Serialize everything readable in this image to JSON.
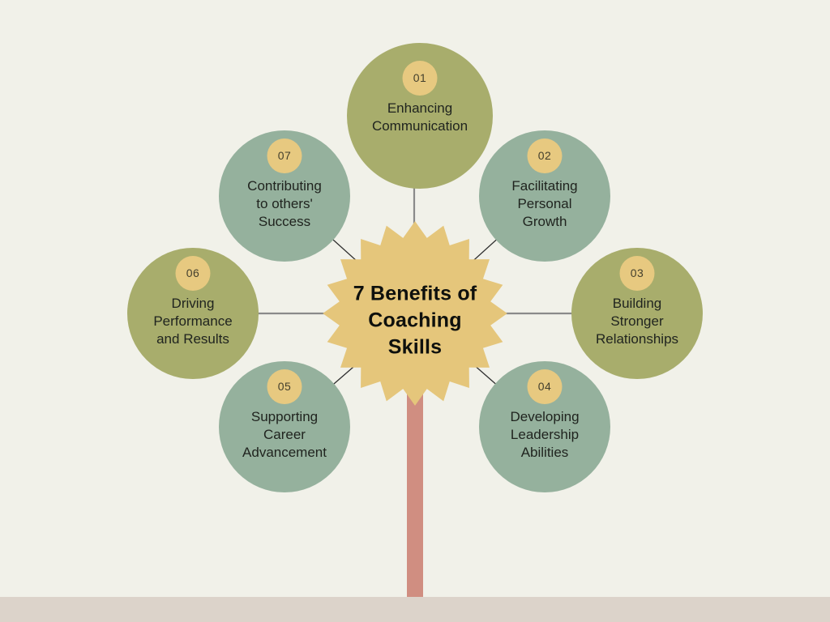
{
  "title": "7 Benefits of\nCoaching\nSkills",
  "benefits": [
    {
      "number": "01",
      "label": "Enhancing\nCommunication",
      "variant": "olive"
    },
    {
      "number": "02",
      "label": "Facilitating\nPersonal\nGrowth",
      "variant": "sage"
    },
    {
      "number": "03",
      "label": "Building\nStronger\nRelationships",
      "variant": "olive"
    },
    {
      "number": "04",
      "label": "Developing\nLeadership\nAbilities",
      "variant": "sage"
    },
    {
      "number": "05",
      "label": "Supporting\nCareer\nAdvancement",
      "variant": "sage"
    },
    {
      "number": "06",
      "label": "Driving\nPerformance\nand Results",
      "variant": "olive"
    },
    {
      "number": "07",
      "label": "Contributing\nto others'\nSuccess",
      "variant": "sage"
    }
  ],
  "colors": {
    "background": "#f1f1e9",
    "olive_circle": "#a8ad6c",
    "sage_circle": "#95b19d",
    "starburst": "#e5c67b",
    "number_badge": "#e7c980",
    "stem": "#d08e81",
    "ground": "#dcd3ca",
    "text": "#20241f",
    "connector_gray": "#8a8a8a",
    "connector_dark": "#2f2f2f"
  }
}
